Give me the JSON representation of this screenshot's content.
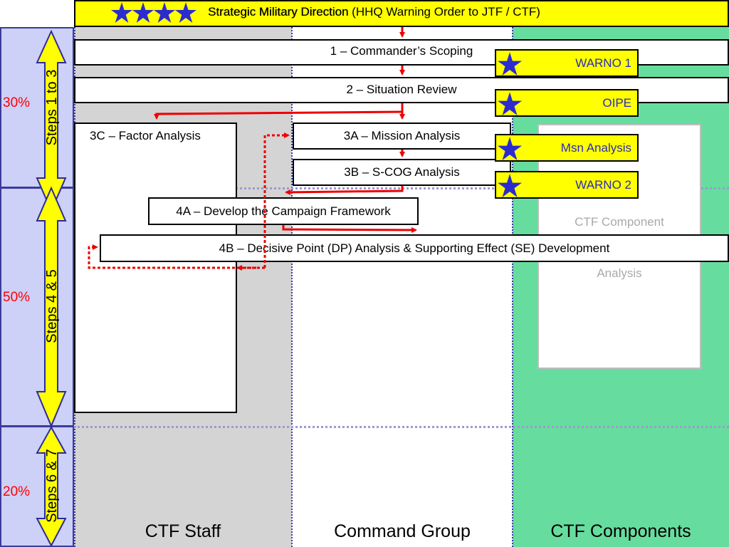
{
  "header": {
    "title_bold": "Strategic Military Direction",
    "title_rest": " (HHQ Warning Order to JTF / CTF)",
    "star_icons": [
      "star-icon",
      "star-icon",
      "star-icon",
      "star-icon"
    ]
  },
  "phases": [
    {
      "percent": "30%",
      "label": "Steps 1 to 3"
    },
    {
      "percent": "50%",
      "label": "Steps 4 & 5"
    },
    {
      "percent": "20%",
      "label": "Steps 6 & 7"
    }
  ],
  "steps": {
    "s1": "1 – Commander’s Scoping",
    "s2": "2 – Situation Review",
    "s3a": "3A – Mission Analysis",
    "s3b": "3B – S-COG Analysis",
    "s3c": "3C – Factor Analysis",
    "s4a": "4A – Develop the Campaign Framework",
    "s4b": "4B – Decisive Point (DP) Analysis & Supporting Effect (SE) Development"
  },
  "products": [
    {
      "label": "WARNO 1"
    },
    {
      "label": "OIPE"
    },
    {
      "label": "Msn Analysis"
    },
    {
      "label": "WARNO 2"
    }
  ],
  "component_analysis": {
    "line1": "CTF Component",
    "line2": "Analysis"
  },
  "lanes": {
    "staff": "CTF Staff",
    "command": "Command Group",
    "components": "CTF Components"
  },
  "colors": {
    "header_bg": "#ffff00",
    "staff_lane": "#d4d4d4",
    "components_lane": "#66dd9e",
    "phase_column": "#cdd0f7",
    "flow_arrow": "#ee0000",
    "star": "#2b2bd0"
  }
}
